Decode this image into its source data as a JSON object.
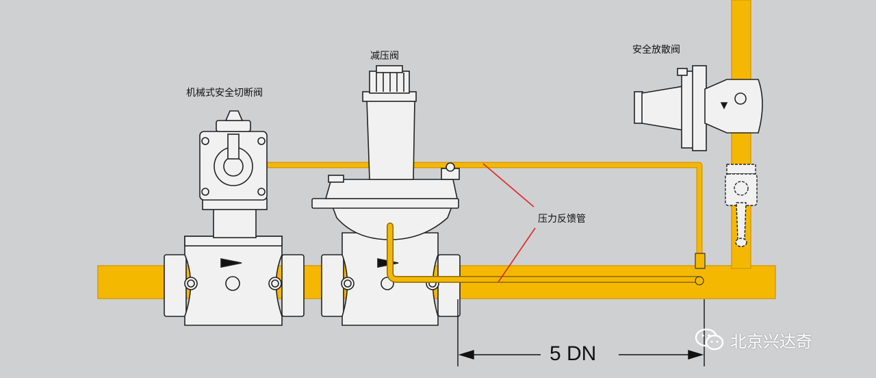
{
  "labels": {
    "shutoff_valve": "机械式安全切断阀",
    "regulator": "减压阀",
    "relief_valve": "安全放散阀",
    "feedback_pipe": "压力反馈管",
    "dimension": "5 DN"
  },
  "watermark": {
    "text": "北京兴达奇",
    "icon": "wechat-icon"
  },
  "colors": {
    "pipe": "#f5b800",
    "pipe_edge": "#d69b00",
    "valve_body": "#f1f1f1",
    "outline": "#222222",
    "leader_line": "#e03030",
    "background": "#cfd0d2"
  }
}
